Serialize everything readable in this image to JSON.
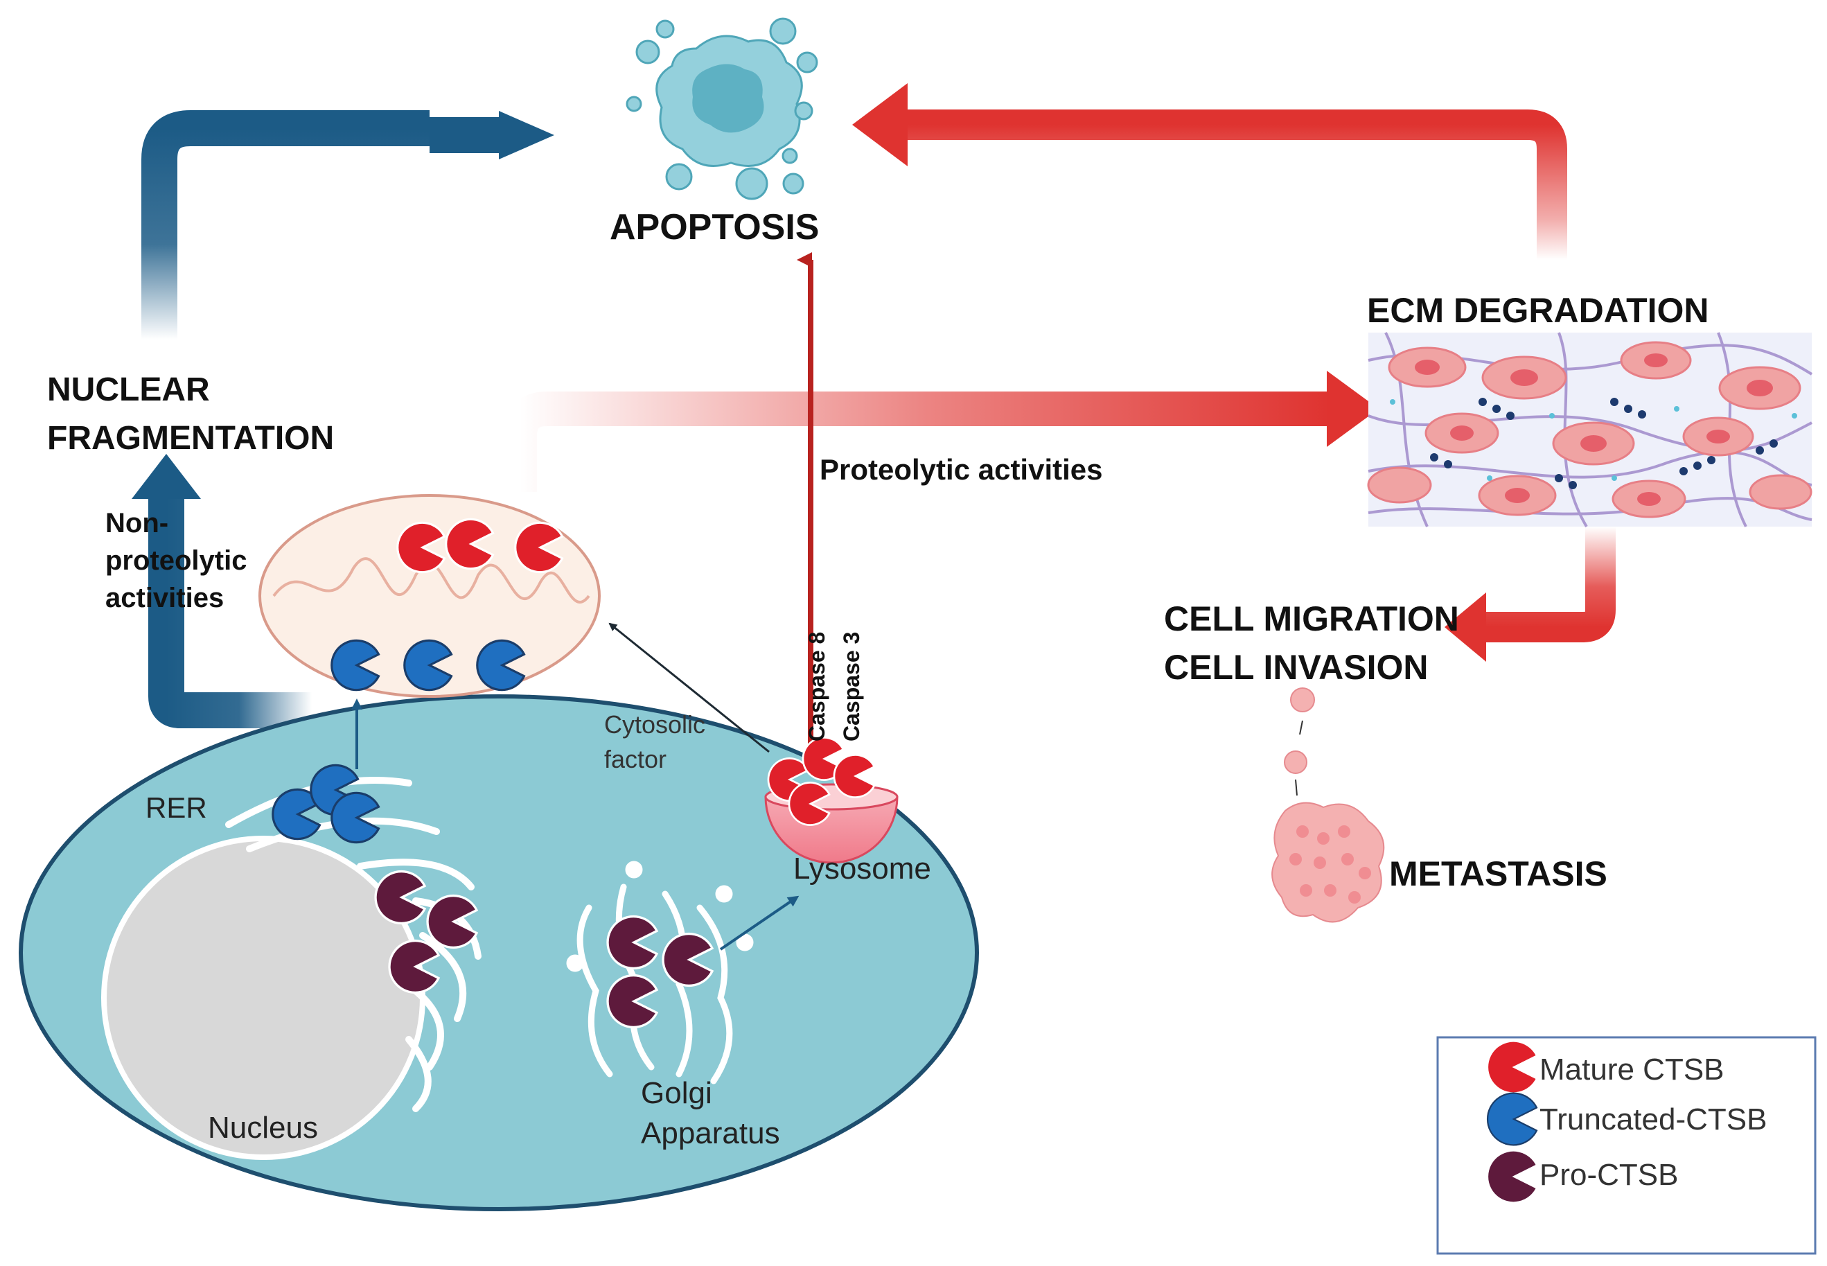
{
  "labels": {
    "apoptosis": "APOPTOSIS",
    "nuclear_fragmentation_line1": "NUCLEAR",
    "nuclear_fragmentation_line2": "FRAGMENTATION",
    "non_proteolytic_line1": "Non-",
    "non_proteolytic_line2": "proteolytic",
    "non_proteolytic_line3": "activities",
    "proteolytic": "Proteolytic activities",
    "ecm_degradation": "ECM DEGRADATION",
    "cell_migration": "CELL MIGRATION",
    "cell_invasion": "CELL INVASION",
    "metastasis": "METASTASIS",
    "rer": "RER",
    "nucleus": "Nucleus",
    "golgi_line1": "Golgi",
    "golgi_line2": "Apparatus",
    "lysosome": "Lysosome",
    "cytosolic_line1": "Cytosolic",
    "cytosolic_line2": "factor",
    "caspase8": "Caspase 8",
    "caspase3": "Caspase 3"
  },
  "legend": {
    "items": [
      {
        "label": "Mature CTSB",
        "color": "#e0202a"
      },
      {
        "label": "Truncated-CTSB",
        "color": "#1f6fc0"
      },
      {
        "label": "Pro-CTSB",
        "color": "#5e1a3c"
      }
    ]
  },
  "colors": {
    "red_arrow": "#df3330",
    "blue_arrow": "#1c5b86",
    "cell_fill": "#8ccad4",
    "cell_stroke": "#1e4e6e",
    "mature": "#e0202a",
    "truncated": "#1f6fc0",
    "pro": "#5e1a3c"
  }
}
